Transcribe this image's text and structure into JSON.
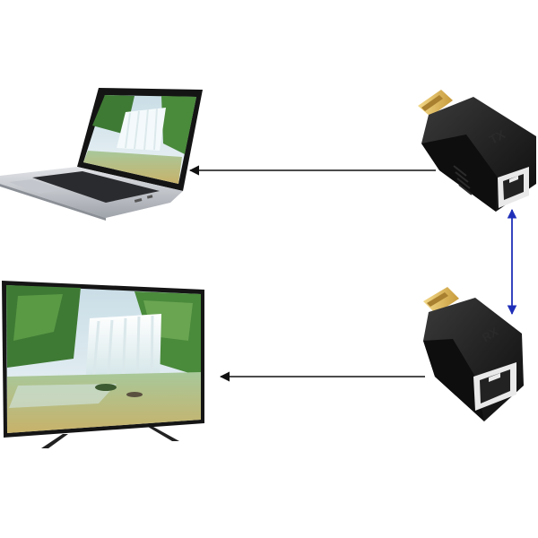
{
  "scene": {
    "background": "#ffffff",
    "devices": [
      {
        "id": "laptop",
        "icon": "laptop-icon"
      },
      {
        "id": "television",
        "icon": "tv-icon"
      },
      {
        "id": "hdmi-extender-tx",
        "icon": "hdmi-extender-icon",
        "marking": "TX"
      },
      {
        "id": "hdmi-extender-rx",
        "icon": "hdmi-extender-icon",
        "marking": "RX"
      }
    ],
    "arrows": [
      {
        "id": "tx-to-laptop",
        "color": "#111111"
      },
      {
        "id": "rx-to-tv",
        "color": "#111111"
      },
      {
        "id": "tx-rx-link",
        "color": "#1f2fb8"
      }
    ],
    "colors": {
      "laptop_body": "#c9ccd2",
      "laptop_keyboard": "#2a2b2f",
      "screen_bezel": "#151515",
      "adapter_body": "#141414",
      "adapter_plug": "#d9b25a",
      "rj45_port": "#e9e9e9",
      "link_arrow": "#1f2fb8",
      "water": "#eef6f8",
      "foliage": "#3f7a34",
      "sky": "#dce9ee"
    }
  }
}
